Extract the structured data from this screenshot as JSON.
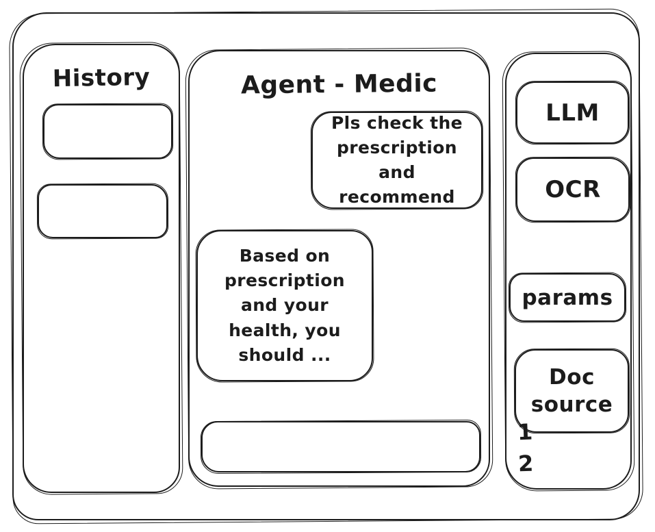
{
  "colors": {
    "stroke": "#1c1c1c",
    "background": "#ffffff"
  },
  "sidebar_left": {
    "title": "History",
    "items": [
      {
        "label": ""
      },
      {
        "label": ""
      }
    ]
  },
  "chat": {
    "title": "Agent - Medic",
    "messages": [
      {
        "role": "user",
        "text": "Pls check the prescription and recommend"
      },
      {
        "role": "assistant",
        "text": "Based on prescription and your health, you should ..."
      }
    ],
    "input": {
      "value": "",
      "placeholder": ""
    }
  },
  "sidebar_right": {
    "buttons": [
      {
        "label": "LLM"
      },
      {
        "label": "OCR"
      },
      {
        "label": "params"
      },
      {
        "label": "Doc source"
      }
    ],
    "doc_source_items": [
      "1",
      "2"
    ]
  }
}
